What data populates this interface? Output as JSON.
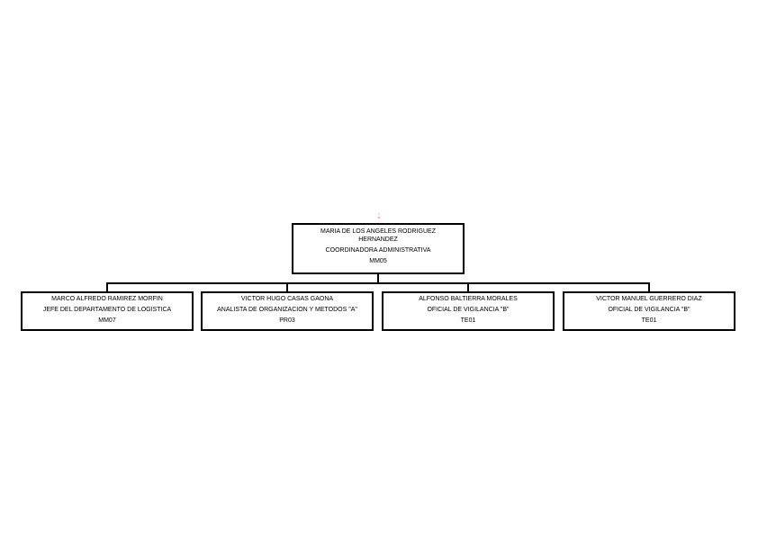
{
  "watermark": "□\n♦◊",
  "root": {
    "name": "MARIA DE LOS ANGELES RODRIGUEZ HERNANDEZ",
    "role": "COORDINADORA ADMINISTRATIVA",
    "code": "MM05"
  },
  "children": [
    {
      "name": "MARCO ALFREDO RAMIREZ MORFIN",
      "role": "JEFE DEL DEPARTAMENTO DE LOGISTICA",
      "code": "MM07"
    },
    {
      "name": "VICTOR HUGO CASAS GAONA",
      "role": "ANALISTA DE ORGANIZACION Y METODOS \"A\"",
      "code": "PR03"
    },
    {
      "name": "ALFONSO BALTIERRA MORALES",
      "role": "OFICIAL DE VIGILANCIA \"B\"",
      "code": "TE01"
    },
    {
      "name": "VICTOR MANUEL GUERRERO DIAZ",
      "role": "OFICIAL DE VIGILANCIA \"B\"",
      "code": "TE01"
    }
  ]
}
